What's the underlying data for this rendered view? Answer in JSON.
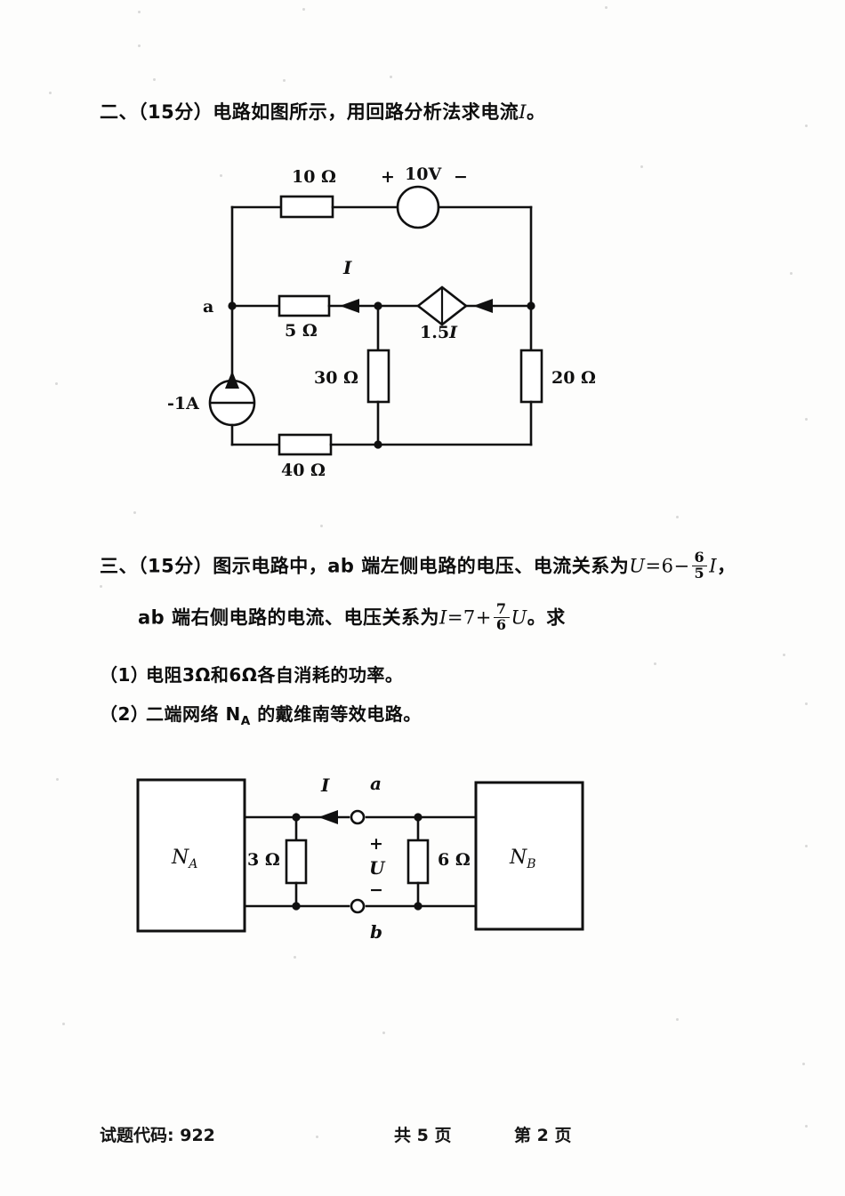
{
  "page": {
    "question2": {
      "number": "二、",
      "marks": "（15分）",
      "text_before": "电路如图所示，用回路分析法求电流",
      "symbol": "I",
      "text_after": "。"
    },
    "question3": {
      "number": "三、",
      "marks": "（15分）",
      "line1_text": "图示电路中，ab 端左侧电路的电压、电流关系为",
      "line1_eq_lhs": "U",
      "line1_eq_eq": "=",
      "line1_eq_const": "6",
      "line1_eq_op": "−",
      "line1_frac_num": "6",
      "line1_frac_den": "5",
      "line1_eq_var": "I",
      "line1_comma": "，",
      "line2_text": "ab 端右侧电路的电流、电压关系为",
      "line2_eq_lhs": "I",
      "line2_eq_eq": "=",
      "line2_eq_const": "7",
      "line2_eq_op": "+",
      "line2_frac_num": "7",
      "line2_frac_den": "6",
      "line2_eq_var": "U",
      "line2_tail": "。求",
      "sub1_num": "（1）",
      "sub1_text": "电阻3Ω和6Ω各自消耗的功率。",
      "sub2_num": "（2）",
      "sub2_text_a": "二端网络 N",
      "sub2_sub": "A",
      "sub2_text_b": " 的戴维南等效电路。"
    },
    "footer": {
      "code_label": "试题代码:",
      "code_value": "922",
      "total_pages": "共 5 页",
      "current_page": "第 2 页"
    }
  },
  "figure1": {
    "caption": "loop-analysis-circuit",
    "labels": {
      "r10": "10 Ω",
      "vsource": "10V",
      "plus": "+",
      "minus": "−",
      "node_a": "a",
      "current_I": "I",
      "r5": "5 Ω",
      "r30": "30 Ω",
      "r20": "20 Ω",
      "r40": "40 Ω",
      "isource": "-1A",
      "dep_source": "1.5",
      "dep_source_var": "I"
    }
  },
  "figure2": {
    "caption": "two-port-network-circuit",
    "labels": {
      "na": "N",
      "na_sub": "A",
      "nb": "N",
      "nb_sub": "B",
      "r3": "3 Ω",
      "r6": "6 Ω",
      "current_I": "I",
      "terminal_a": "a",
      "terminal_b": "b",
      "voltage_U": "U",
      "plus": "+",
      "minus": "−"
    }
  },
  "colors": {
    "ink": "#101010",
    "paper": "#fdfdfc"
  }
}
